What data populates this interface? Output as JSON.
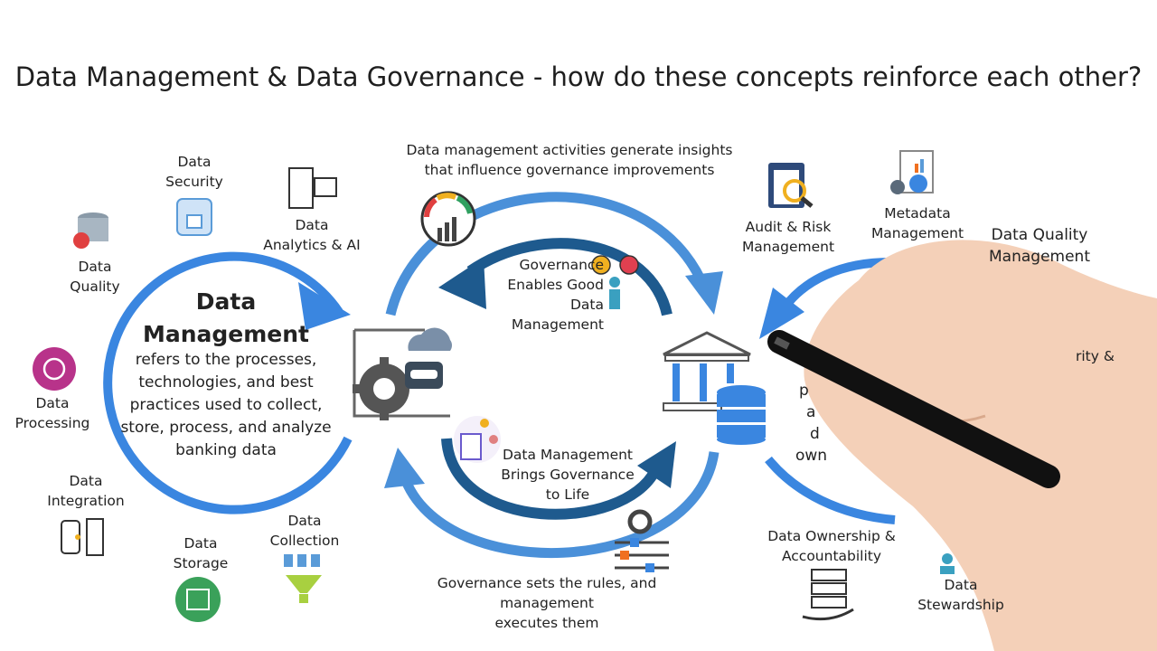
{
  "title": "Data Management & Data Governance - how do these concepts reinforce each other?",
  "colors": {
    "light_blue": "#4a90d9",
    "dark_blue": "#1e5a8e",
    "arrow_blue": "#3a7fd0",
    "purple": "#b8338a",
    "green": "#3aa15a"
  },
  "data_management": {
    "heading": "Data\nManagement",
    "description": "refers to the processes,\ntechnologies, and best\npractices used to collect,\nstore, process, and analyze\nbanking data"
  },
  "dm_components": {
    "security": "Data\nSecurity",
    "analytics": "Data\nAnalytics & AI",
    "quality": "Data\nQuality",
    "processing": "Data\nProcessing",
    "integration": "Data\nIntegration",
    "storage": "Data\nStorage",
    "collection": "Data\nCollection"
  },
  "center": {
    "top_caption": "Data management activities generate insights\nthat influence governance improvements",
    "gov_enables": "Governance\nEnables Good\nData Management",
    "brings_life": "Data Management\nBrings Governance\nto Life",
    "bottom_caption": "Governance sets the rules, and management\nexecutes them"
  },
  "dg_components": {
    "audit": "Audit & Risk\nManagement",
    "metadata": "Metadata\nManagement",
    "quality_mgmt": "Data Quality\nManagement",
    "security_partial": "rity &",
    "ownership": "Data Ownership &\nAccountability",
    "stewardship": "Data\nStewardship"
  },
  "dg_partial_text": [
    "p",
    "a",
    "d",
    "own"
  ],
  "icons": {
    "security": "database-lock-icon",
    "analytics": "ai-document-icon",
    "quality": "database-award-icon",
    "processing": "processing-icon",
    "integration": "integration-icon",
    "storage": "storage-icon",
    "collection": "collection-funnel-icon",
    "gauge": "gauge-chart-icon",
    "governance_person": "person-check-icon",
    "cloud_gear": "cloud-gear-server-icon",
    "team_board": "team-board-icon",
    "sliders": "gear-sliders-icon",
    "bank_db": "bank-database-icon",
    "audit": "clipboard-magnifier-icon",
    "metadata": "report-gears-icon",
    "quality_check": "quality-check-icon",
    "ownership": "server-hand-icon",
    "stewardship": "people-icon",
    "hand": "hand-marker-icon"
  }
}
